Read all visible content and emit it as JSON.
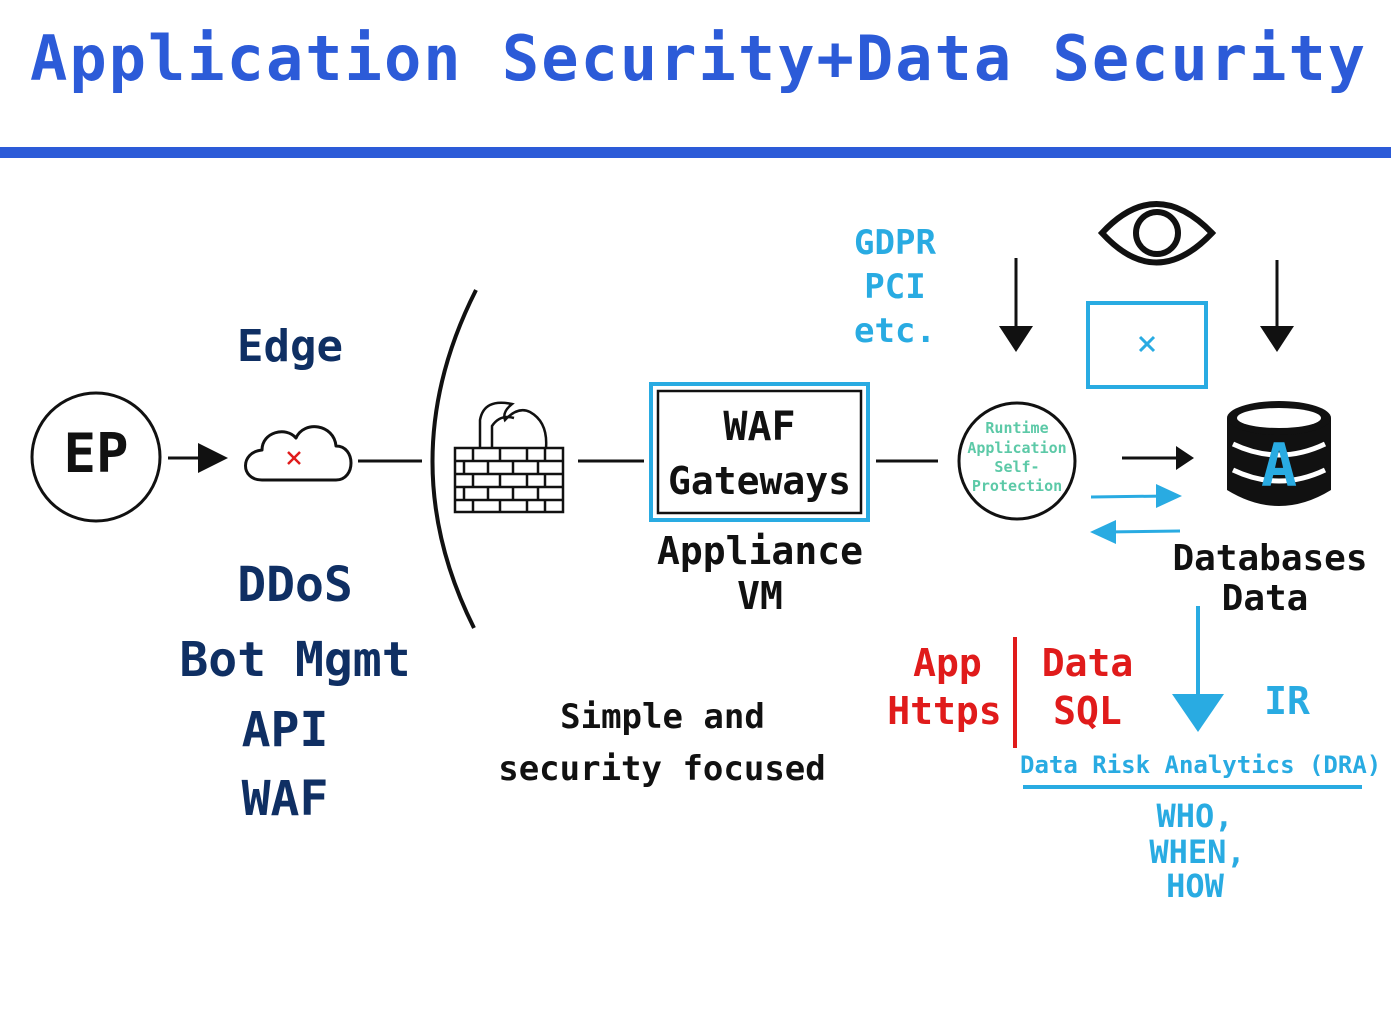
{
  "title": {
    "text": "Application Security+Data Security",
    "color": "#2c5bd8"
  },
  "colors": {
    "accent_blue": "#2c5bd8",
    "navy": "#0f2f63",
    "cyan": "#29abe2",
    "red": "#e01b1b",
    "green_text": "#5cc9a7",
    "ink": "#111111"
  },
  "edge": {
    "endpoint_label": "EP",
    "edge_label": "Edge",
    "services": [
      "DDoS",
      "Bot Mgmt",
      "API",
      "WAF"
    ],
    "cloud_icon": "cloud-icon"
  },
  "firewall": {
    "icon": "firewall-icon"
  },
  "waf": {
    "box_line1": "WAF",
    "box_line2": "Gateways",
    "sub_line1": "Appliance",
    "sub_line2": "VM",
    "caption_line1": "Simple and",
    "caption_line2": "security focused"
  },
  "compliance": {
    "lines": [
      "GDPR",
      "PCI",
      "etc."
    ]
  },
  "rasp": {
    "lines": [
      "Runtime",
      "Application",
      "Self-",
      "Protection"
    ]
  },
  "monitor": {
    "eye_icon": "eye-icon",
    "box_icon": "close-icon"
  },
  "database": {
    "icon_letter": "A",
    "label_line1": "Databases",
    "label_line2": "Data"
  },
  "split": {
    "left_line1": "App",
    "left_line2": "Https",
    "right_line1": "Data",
    "right_line2": "SQL"
  },
  "analytics": {
    "ir_label": "IR",
    "dra_label": "Data Risk Analytics (DRA)",
    "questions": [
      "WHO,",
      "WHEN,",
      "HOW"
    ]
  }
}
